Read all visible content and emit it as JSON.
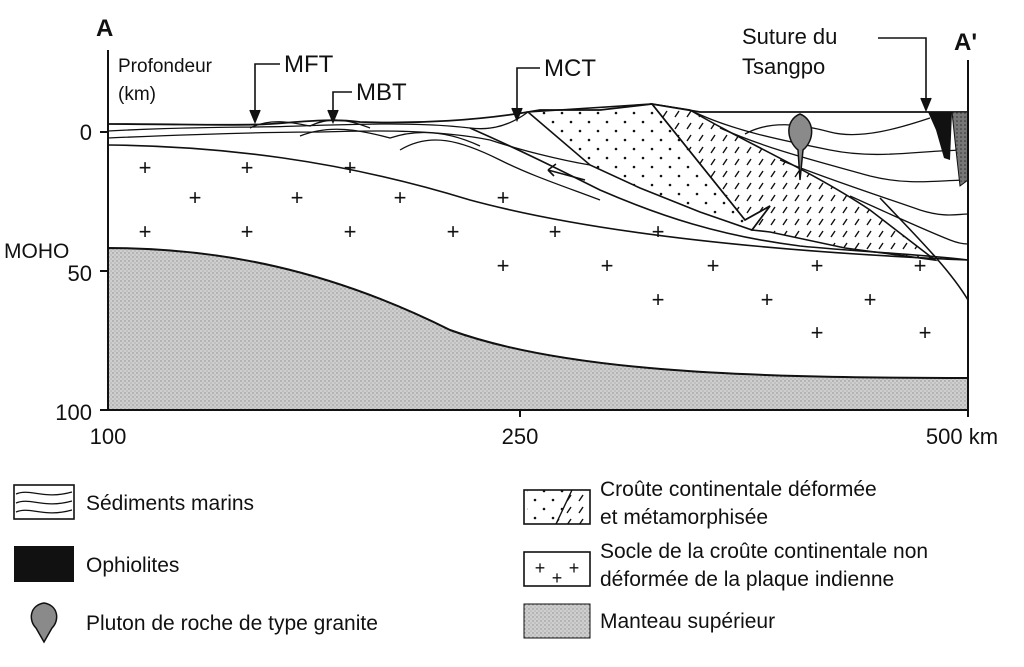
{
  "diagram": {
    "section_start": "A",
    "section_end": "A'",
    "y_axis_title_line1": "Profondeur",
    "y_axis_title_line2": "(km)",
    "moho_label": "MOHO",
    "y_ticks": [
      "0",
      "50",
      "100"
    ],
    "x_ticks": [
      "100",
      "250",
      "500 km"
    ],
    "faults": {
      "mft": "MFT",
      "mbt": "MBT",
      "mct": "MCT"
    },
    "suture_line1": "Suture du",
    "suture_line2": "Tsangpo"
  },
  "legend": {
    "sediments": "Sédiments marins",
    "ophiolites": "Ophiolites",
    "pluton": "Pluton de roche de type granite",
    "deformed_line1": "Croûte continentale déformée",
    "deformed_line2": "et métamorphisée",
    "socle_line1": "Socle de la croûte continentale non",
    "socle_line2": "déformée de la plaque indienne",
    "mantle": "Manteau supérieur"
  },
  "colors": {
    "ink": "#111111",
    "mantle_fill": "#c4c4c4",
    "background": "#ffffff"
  }
}
